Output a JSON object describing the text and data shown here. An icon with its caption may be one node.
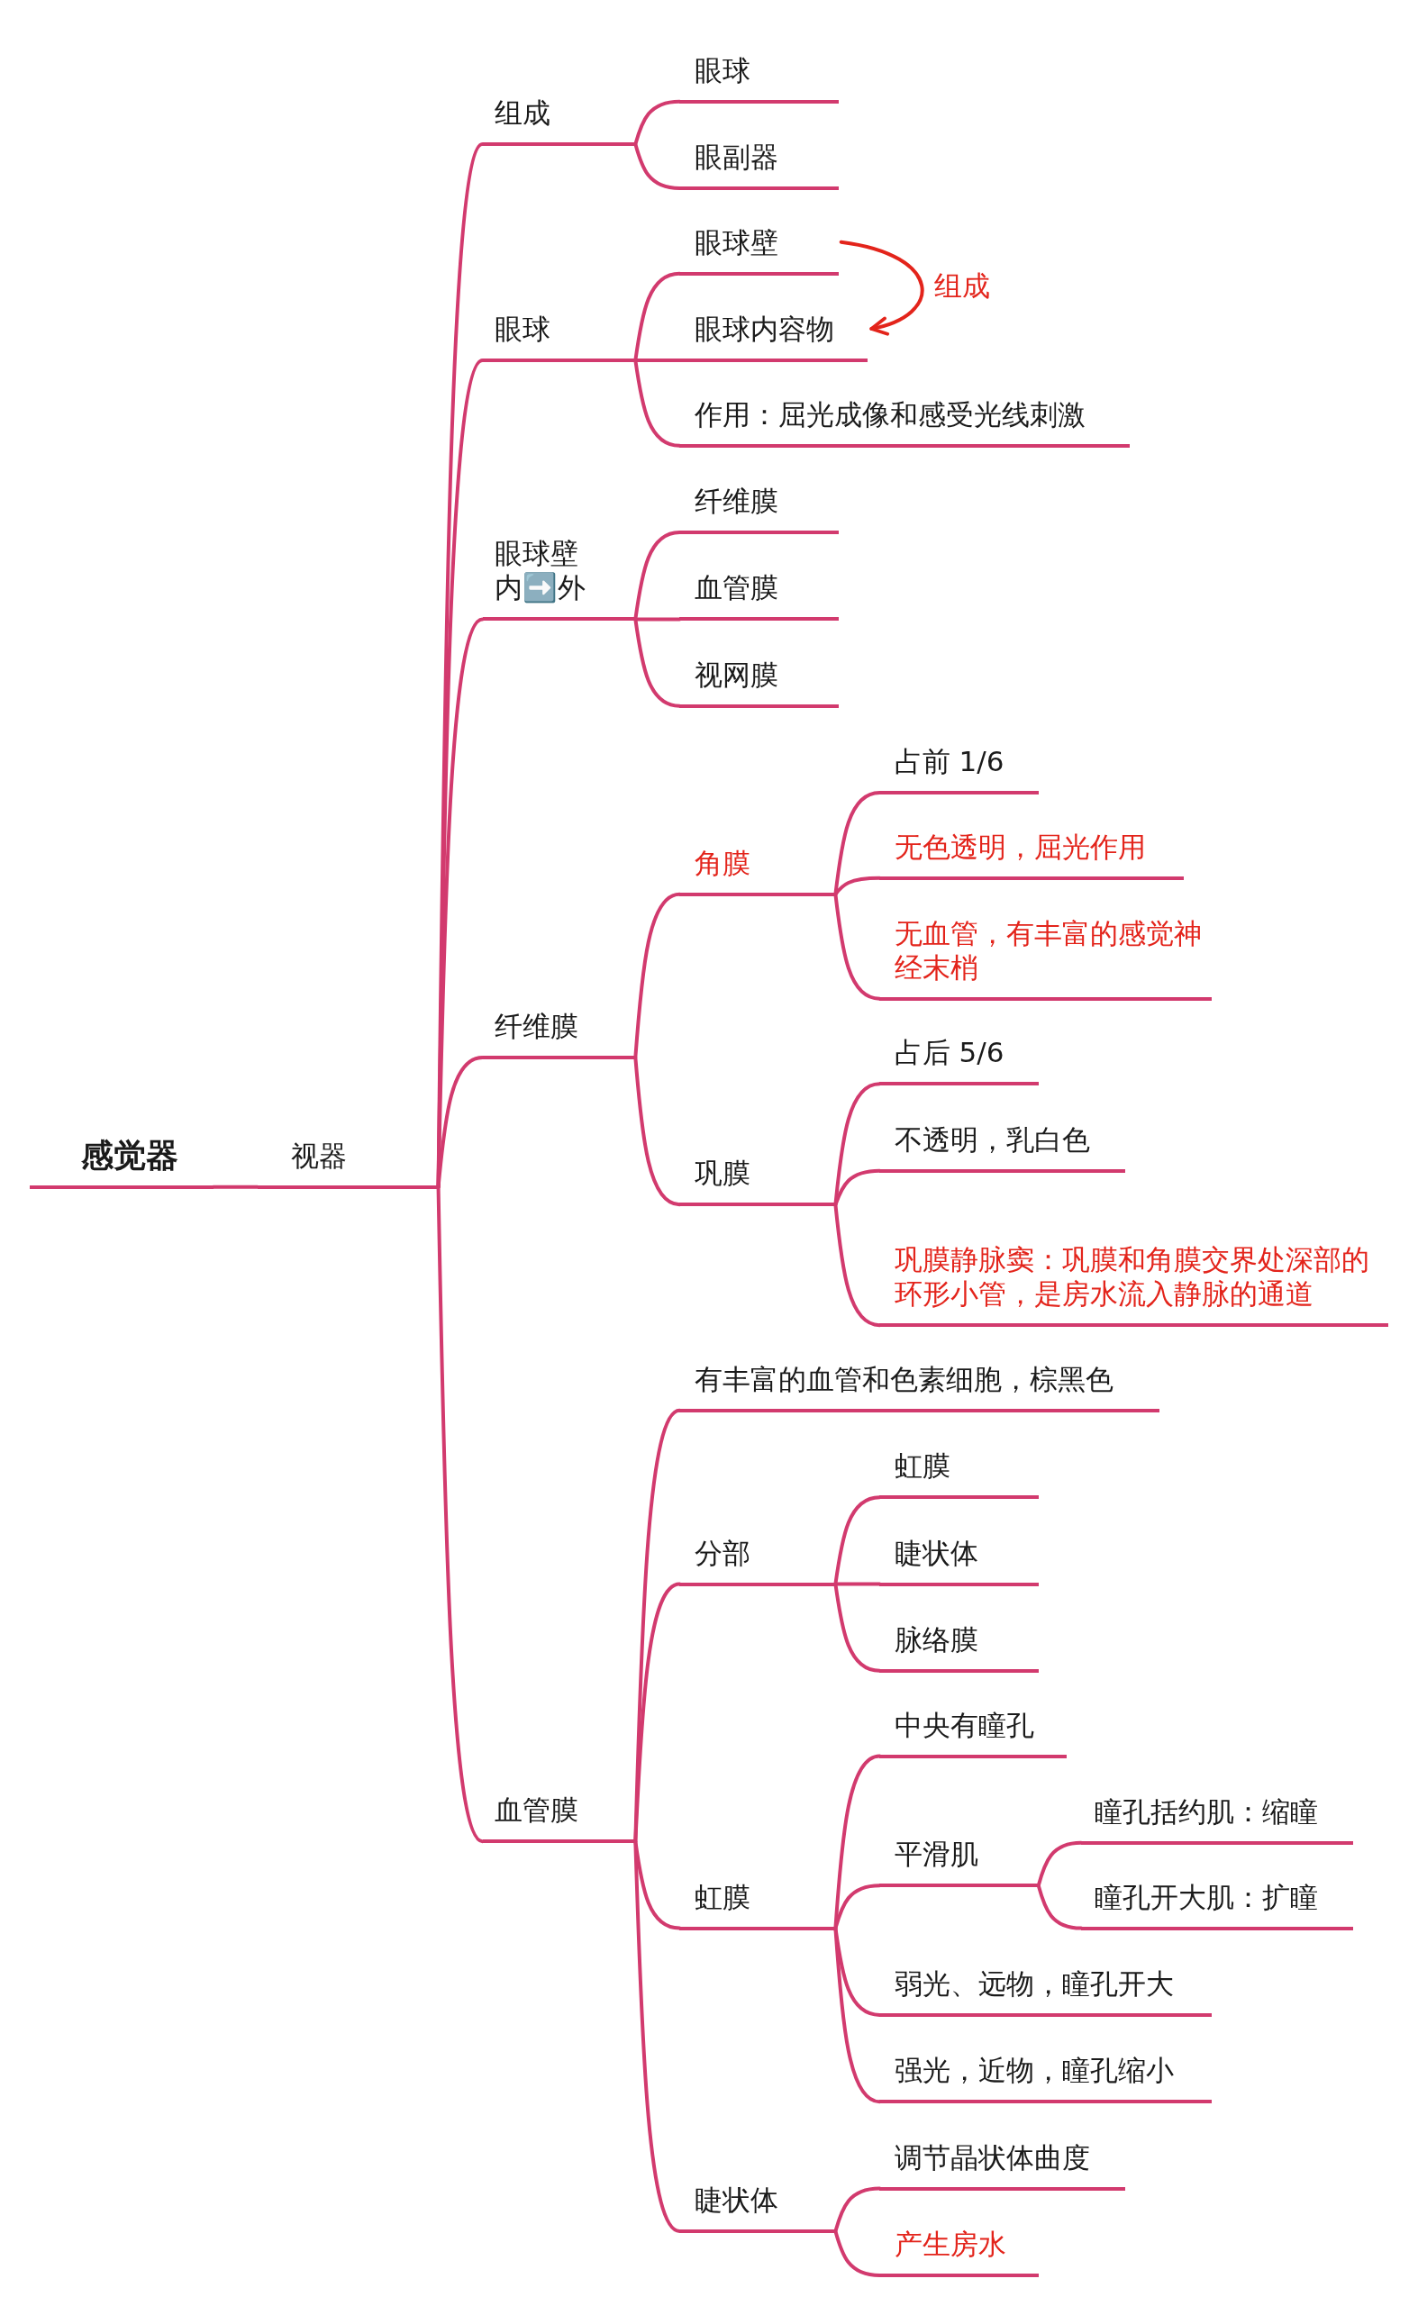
{
  "diagram": {
    "nodes": [
      {
        "text": [
          "感觉器"
        ]
      },
      {
        "text": [
          "视器"
        ]
      },
      {
        "text": [
          "组成"
        ]
      },
      {
        "text": [
          "眼球"
        ]
      },
      {
        "text": [
          "眼副器"
        ]
      },
      {
        "text": [
          "眼球"
        ]
      },
      {
        "text": [
          "眼球壁"
        ]
      },
      {
        "text": [
          "眼球内容物"
        ]
      },
      {
        "text": [
          "作用：屈光成像和感受光线刺激"
        ]
      },
      {
        "text": [
          "眼球壁内➡️外"
        ]
      },
      {
        "text": [
          "纤维膜"
        ]
      },
      {
        "text": [
          "血管膜"
        ]
      },
      {
        "text": [
          "视网膜"
        ]
      },
      {
        "text": [
          "纤维膜"
        ]
      },
      {
        "text": [
          "角膜"
        ]
      },
      {
        "text": [
          "占前 1/6"
        ]
      },
      {
        "text": [
          "无色透明，屈光作用"
        ]
      },
      {
        "text": [
          "无血管，有丰富的感觉神经末梢"
        ]
      },
      {
        "text": [
          "巩膜"
        ]
      },
      {
        "text": [
          "占后 5/6"
        ]
      },
      {
        "text": [
          "不透明，乳白色"
        ]
      },
      {
        "text": [
          "巩膜静脉窦：巩膜和角膜交界处深部的环形小管，是房水流入静脉的通道"
        ]
      },
      {
        "text": [
          "血管膜"
        ]
      },
      {
        "text": [
          "有丰富的血管和色素细胞，棕黑色"
        ]
      },
      {
        "text": [
          "分部"
        ]
      },
      {
        "text": [
          "虹膜"
        ]
      },
      {
        "text": [
          "睫状体"
        ]
      },
      {
        "text": [
          "脉络膜"
        ]
      },
      {
        "text": [
          "虹膜"
        ]
      },
      {
        "text": [
          "中央有瞳孔"
        ]
      },
      {
        "text": [
          "平滑肌"
        ]
      },
      {
        "text": [
          "瞳孔括约肌：缩瞳"
        ]
      },
      {
        "text": [
          "瞳孔开大肌：扩瞳"
        ]
      },
      {
        "text": [
          "弱光、远物，瞳孔开大"
        ]
      },
      {
        "text": [
          "强光，近物，瞳孔缩小"
        ]
      },
      {
        "text": [
          "睫状体"
        ]
      },
      {
        "text": [
          "调节晶状体曲度"
        ]
      },
      {
        "text": [
          "产生房水"
        ]
      }
    ],
    "edges": [
      {
        "from": 0,
        "to": 1,
        "arrow": "none"
      },
      {
        "from": 1,
        "to": 2,
        "arrow": "none"
      },
      {
        "from": 2,
        "to": 3,
        "arrow": "none"
      },
      {
        "from": 2,
        "to": 4,
        "arrow": "none"
      },
      {
        "from": 1,
        "to": 5,
        "arrow": "none"
      },
      {
        "from": 5,
        "to": 6,
        "arrow": "none"
      },
      {
        "from": 5,
        "to": 7,
        "arrow": "none"
      },
      {
        "from": 5,
        "to": 8,
        "arrow": "none"
      },
      {
        "from": 6,
        "to": 7,
        "arrow": "to",
        "label": "组成",
        "color": "#e3241b"
      },
      {
        "from": 1,
        "to": 9,
        "arrow": "none"
      },
      {
        "from": 9,
        "to": 10,
        "arrow": "none"
      },
      {
        "from": 9,
        "to": 11,
        "arrow": "none"
      },
      {
        "from": 9,
        "to": 12,
        "arrow": "none"
      },
      {
        "from": 1,
        "to": 13,
        "arrow": "none"
      },
      {
        "from": 13,
        "to": 14,
        "arrow": "none"
      },
      {
        "from": 14,
        "to": 15,
        "arrow": "none"
      },
      {
        "from": 14,
        "to": 16,
        "arrow": "none"
      },
      {
        "from": 14,
        "to": 17,
        "arrow": "none"
      },
      {
        "from": 13,
        "to": 18,
        "arrow": "none"
      },
      {
        "from": 18,
        "to": 19,
        "arrow": "none"
      },
      {
        "from": 18,
        "to": 20,
        "arrow": "none"
      },
      {
        "from": 18,
        "to": 21,
        "arrow": "none"
      },
      {
        "from": 1,
        "to": 22,
        "arrow": "none"
      },
      {
        "from": 22,
        "to": 23,
        "arrow": "none"
      },
      {
        "from": 22,
        "to": 24,
        "arrow": "none"
      },
      {
        "from": 24,
        "to": 25,
        "arrow": "none"
      },
      {
        "from": 24,
        "to": 26,
        "arrow": "none"
      },
      {
        "from": 24,
        "to": 27,
        "arrow": "none"
      },
      {
        "from": 22,
        "to": 28,
        "arrow": "none"
      },
      {
        "from": 28,
        "to": 29,
        "arrow": "none"
      },
      {
        "from": 28,
        "to": 30,
        "arrow": "none"
      },
      {
        "from": 30,
        "to": 31,
        "arrow": "none"
      },
      {
        "from": 30,
        "to": 32,
        "arrow": "none"
      },
      {
        "from": 28,
        "to": 33,
        "arrow": "none"
      },
      {
        "from": 28,
        "to": 34,
        "arrow": "none"
      },
      {
        "from": 22,
        "to": 35,
        "arrow": "none"
      },
      {
        "from": 35,
        "to": 36,
        "arrow": "none"
      },
      {
        "from": 35,
        "to": 37,
        "arrow": "none"
      }
    ]
  }
}
